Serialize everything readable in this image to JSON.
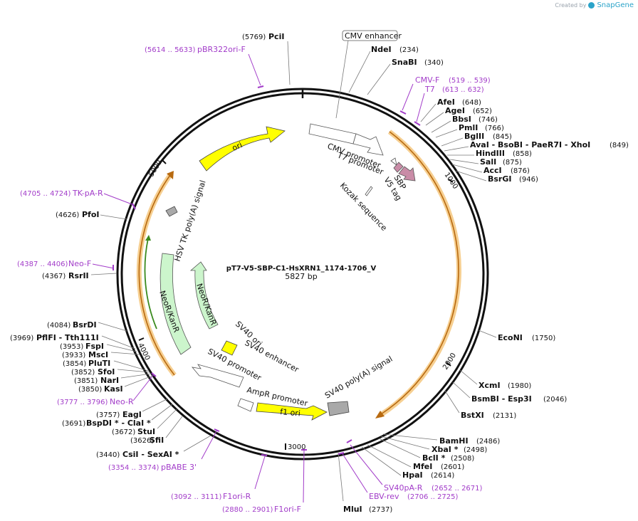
{
  "brand": {
    "created_by": "Created by",
    "app_name": "SnapGene"
  },
  "plasmid": {
    "name": "pT7-V5-SBP-C1-HsXRN1_1174-1706_V",
    "size_label": "5827 bp",
    "length": 5827
  },
  "ticks": [
    {
      "pos": 1000,
      "label": "1000"
    },
    {
      "pos": 2000,
      "label": "2000"
    },
    {
      "pos": 3000,
      "label": "3000"
    },
    {
      "pos": 4000,
      "label": "4000"
    },
    {
      "pos": 5000,
      "label": "5000"
    }
  ],
  "sites": [
    {
      "name": "PciI",
      "pos_label": "(5769)"
    },
    {
      "name": "NdeI",
      "pos_label": "(234)"
    },
    {
      "name": "SnaBI",
      "pos_label": "(340)"
    },
    {
      "name": "AfeI",
      "pos_label": "(648)"
    },
    {
      "name": "AgeI",
      "pos_label": "(652)"
    },
    {
      "name": "BbsI",
      "pos_label": "(746)"
    },
    {
      "name": "PmlI",
      "pos_label": "(766)"
    },
    {
      "name": "BglII",
      "pos_label": "(845)"
    },
    {
      "name": "AvaI  - BsoBI  - PaeR7I  - XhoI",
      "pos_label": "(849)"
    },
    {
      "name": "HindIII",
      "pos_label": "(858)"
    },
    {
      "name": "SalI",
      "pos_label": "(875)"
    },
    {
      "name": "AccI",
      "pos_label": "(876)"
    },
    {
      "name": "BsrGI",
      "pos_label": "(946)"
    },
    {
      "name": "EcoNI",
      "pos_label": "(1750)"
    },
    {
      "name": "XcmI",
      "pos_label": "(1980)"
    },
    {
      "name": "BsmBI  - Esp3I",
      "pos_label": "(2046)"
    },
    {
      "name": "BstXI",
      "pos_label": "(2131)"
    },
    {
      "name": "BamHI",
      "pos_label": "(2486)"
    },
    {
      "name": "XbaI *",
      "pos_label": "(2498)"
    },
    {
      "name": "BclI *",
      "pos_label": "(2508)"
    },
    {
      "name": "MfeI",
      "pos_label": "(2601)"
    },
    {
      "name": "HpaI",
      "pos_label": "(2614)"
    },
    {
      "name": "MluI",
      "pos_label": "(2737)"
    },
    {
      "name": "CsiI  - SexAI *",
      "pos_label": "(3440)"
    },
    {
      "name": "SfiI",
      "pos_label": "(3626)"
    },
    {
      "name": "StuI",
      "pos_label": "(3672)"
    },
    {
      "name": "BspDI *  - ClaI *",
      "pos_label": "(3691)"
    },
    {
      "name": "EagI",
      "pos_label": "(3757)"
    },
    {
      "name": "KasI",
      "pos_label": "(3850)"
    },
    {
      "name": "NarI",
      "pos_label": "(3851)"
    },
    {
      "name": "SfoI",
      "pos_label": "(3852)"
    },
    {
      "name": "PluTI",
      "pos_label": "(3854)"
    },
    {
      "name": "MscI",
      "pos_label": "(3933)"
    },
    {
      "name": "FspI",
      "pos_label": "(3953)"
    },
    {
      "name": "PflFI  - Tth111I",
      "pos_label": "(3969)"
    },
    {
      "name": "BsrDI",
      "pos_label": "(4084)"
    },
    {
      "name": "RsrII",
      "pos_label": "(4367)"
    },
    {
      "name": "PfoI",
      "pos_label": "(4626)"
    }
  ],
  "primers": [
    {
      "name": "pBR322ori-F",
      "range": "(5614 .. 5633)"
    },
    {
      "name": "CMV-F",
      "range": "(519 .. 539)"
    },
    {
      "name": "T7",
      "range": "(613 .. 632)"
    },
    {
      "name": "SV40pA-R",
      "range": "(2652 .. 2671)"
    },
    {
      "name": "EBV-rev",
      "range": "(2706 .. 2725)"
    },
    {
      "name": "F1ori-F",
      "range": "(2880 .. 2901)"
    },
    {
      "name": "F1ori-R",
      "range": "(3092 .. 3111)"
    },
    {
      "name": "pBABE 3'",
      "range": "(3354 .. 3374)"
    },
    {
      "name": "Neo-R",
      "range": "(3777 .. 3796)"
    },
    {
      "name": "Neo-F",
      "range": "(4387 .. 4406)"
    },
    {
      "name": "TK-pA-R",
      "range": "(4705 .. 4724)"
    }
  ],
  "features": [
    {
      "name": "CMV enhancer"
    },
    {
      "name": "CMV promoter"
    },
    {
      "name": "T7 promoter"
    },
    {
      "name": "V5 tag"
    },
    {
      "name": "SBP"
    },
    {
      "name": "Kozak sequence"
    },
    {
      "name": "SV40 poly(A) signal"
    },
    {
      "name": "f1 ori"
    },
    {
      "name": "AmpR promoter"
    },
    {
      "name": "SV40 promoter"
    },
    {
      "name": "SV40 enhancer"
    },
    {
      "name": "SV40 ori"
    },
    {
      "name": "NeoR/KanR"
    },
    {
      "name": "NeoR/KanR"
    },
    {
      "name": "HSV TK poly(A) signal"
    },
    {
      "name": "ori"
    }
  ],
  "colors": {
    "backbone": "#111111",
    "orf_highlight": "#f5c77e",
    "orf_arrow": "#b86a10",
    "neo_orf_arrow": "#3a8a1e",
    "promoter_fill": "#ffffff",
    "tag_fill": "#c98ca7",
    "origin_fill": "#ffff00",
    "neo_fill": "#ccf5cc",
    "polyA_fill": "#a9a9a9",
    "primer": "#a23cc9",
    "brand": "#2aa3c9"
  }
}
